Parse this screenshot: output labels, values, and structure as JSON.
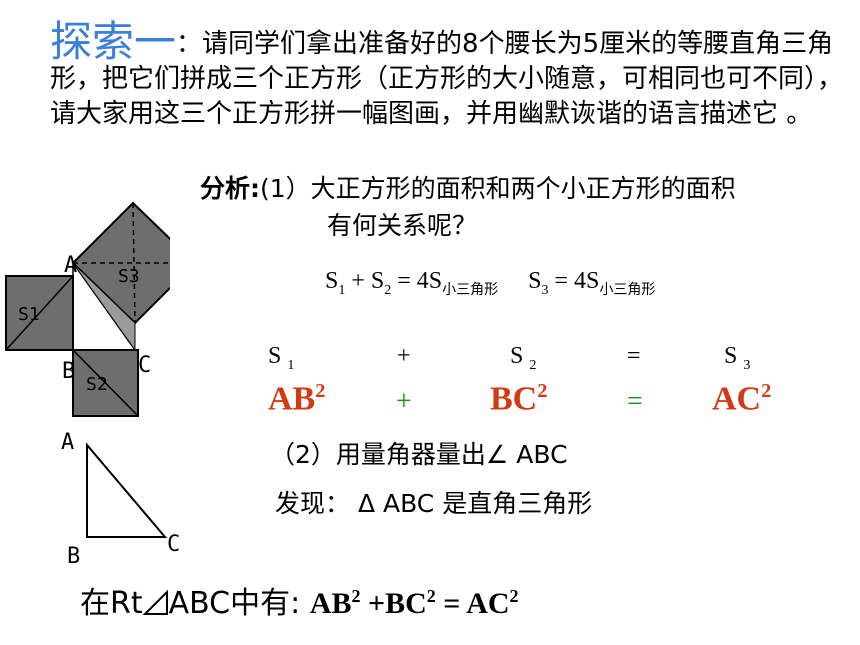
{
  "intro": {
    "title": "探索一",
    "colon": "：",
    "text": "请同学们拿出准备好的8个腰长为5厘米的等腰直角三角形，把它们拼成三个正方形（正方形的大小随意，可相同也可不同），请大家用这三个正方形拼一幅图画，并用幽默诙谐的语言描述它 。"
  },
  "analysis": {
    "label": "分析:",
    "q1": "(1）大正方形的面积和两个小正方形的面积",
    "q1_cont": "有何关系呢？"
  },
  "eq1": {
    "s1": "S",
    "s1_sub": "1",
    "plus": "+ S",
    "s2_sub": "2",
    "eq": "=  4S",
    "tri_sub": "小三角形",
    "s3": "S",
    "s3_sub": "3",
    "eq3": "= 4S",
    "tri_sub2": "小三角形"
  },
  "rows": {
    "s1": "S",
    "s1_sub": "1",
    "plus": "+",
    "s2": "S",
    "s2_sub": "2",
    "eq": "=",
    "s3": "S",
    "s3_sub": "3",
    "ab": "AB",
    "bc": "BC",
    "ac": "AC",
    "sq": "2",
    "plus2": "+",
    "eq2": "="
  },
  "step2": "（2）用量角器量出∠ ABC",
  "found": "发现：  Δ ABC 是直角三角形",
  "final": {
    "prefix": "在Rt",
    "rest": "ABC中有:",
    "formula_ab": "AB",
    "formula_plus": " +BC",
    "formula_eq": " = AC",
    "sq": "2"
  },
  "figure": {
    "labels": [
      "A",
      "B",
      "C",
      "S1",
      "S2",
      "S3"
    ],
    "tri_labels": [
      "A",
      "B",
      "C"
    ]
  }
}
